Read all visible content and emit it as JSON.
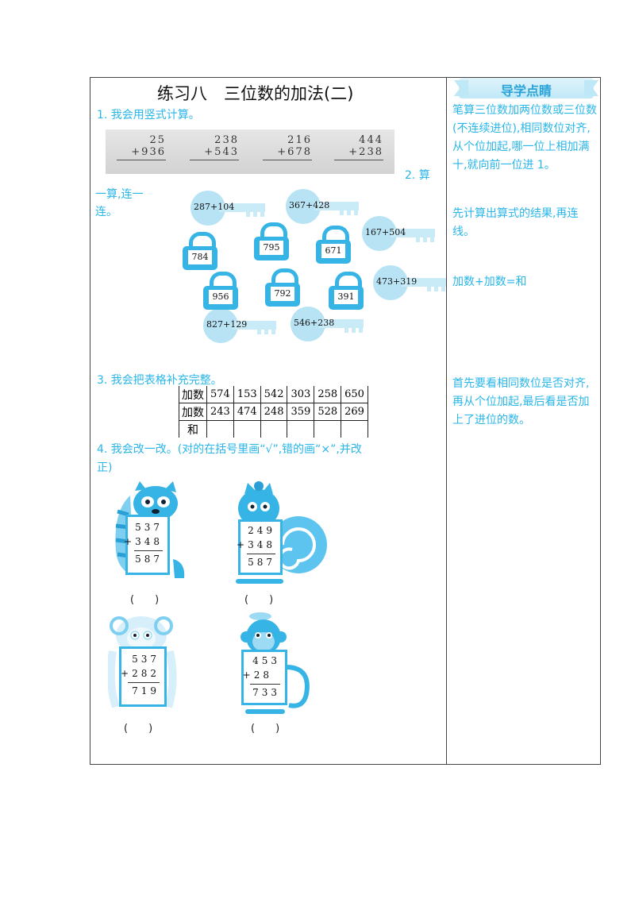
{
  "title": "练习八　三位数的加法(二)",
  "q1": {
    "label": "1. 我会用竖式计算。",
    "problems": [
      {
        "a": "25",
        "b": "+936"
      },
      {
        "a": "238",
        "b": "+543"
      },
      {
        "a": "216",
        "b": "+678"
      },
      {
        "a": "444",
        "b": "+238"
      }
    ]
  },
  "q2": {
    "label_part1": "2. 算",
    "label_part2": "一算,连一",
    "label_part3": "连。",
    "keys": [
      "287+104",
      "367+428",
      "167+504",
      "473+319",
      "827+129",
      "546+238"
    ],
    "locks": [
      "784",
      "795",
      "671",
      "956",
      "792",
      "391"
    ]
  },
  "q3": {
    "label": "3. 我会把表格补充完整。",
    "row1_header": "加数",
    "row1": [
      "574",
      "153",
      "542",
      "303",
      "258",
      "650"
    ],
    "row2_header": "加数",
    "row2": [
      "243",
      "474",
      "248",
      "359",
      "528",
      "269"
    ],
    "row3_header": "和"
  },
  "q4": {
    "label_line1": "4. 我会改一改。(对的在括号里画“√”,错的画“×”,并改",
    "label_line2": "正)",
    "paren": "(　　)",
    "boards": [
      {
        "a": "537",
        "b": "+348",
        "c": "587"
      },
      {
        "a": "249",
        "b": "+348",
        "c": "587"
      },
      {
        "a": "537",
        "b": "+282",
        "c": "719"
      },
      {
        "a": "453",
        "b": "+28",
        "c": "733"
      }
    ]
  },
  "sidebar": {
    "badge": "导学点睛",
    "note1": "笔算三位数加两位数或三位数(不连续进位),相同数位对齐,从个位加起,哪一位上相加满十,就向前一位进 1。",
    "note2": "先计算出算式的结果,再连线。",
    "note3": "加数+加数=和",
    "note4": "首先要看相同数位是否对齐,再从个位加起,最后看是否加上了进位的数。"
  },
  "colors": {
    "accent": "#29b6e8",
    "lock": "#36b4e6",
    "key": "#b8e3f5"
  }
}
